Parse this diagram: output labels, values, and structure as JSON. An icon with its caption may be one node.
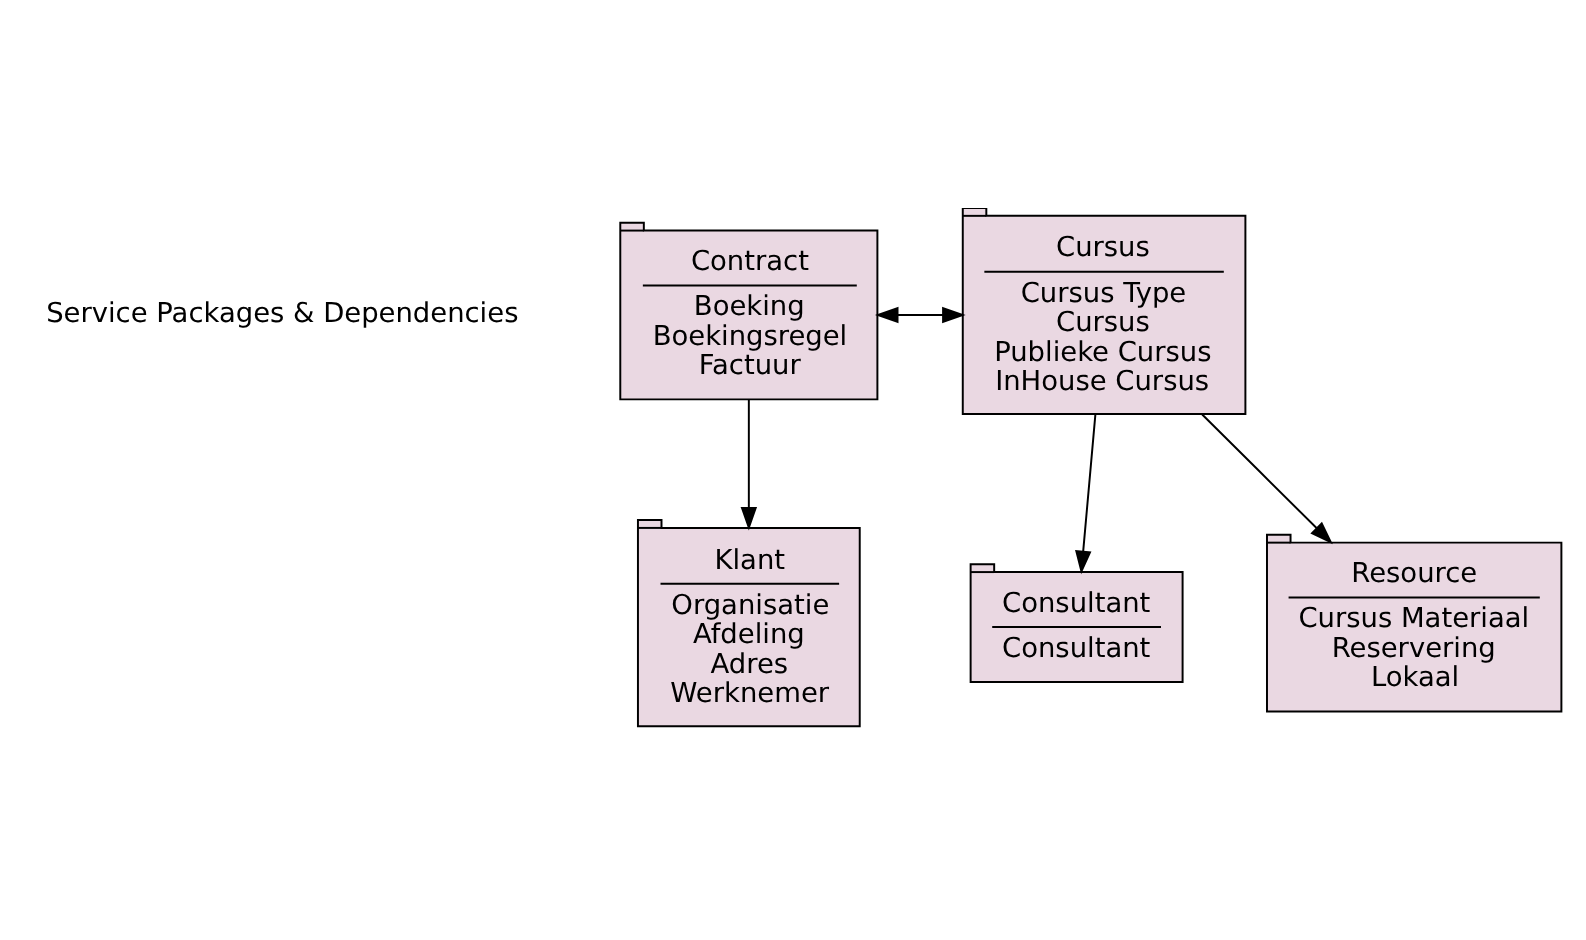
{
  "diagram": {
    "nodes": [
      {
        "text": [
          "Contract",
          "Boeking",
          "Boekingsregel",
          "Factuur"
        ]
      },
      {
        "text": [
          "Cursus",
          "Cursus Type",
          "Cursus",
          "Publieke Cursus",
          "InHouse Cursus"
        ]
      },
      {
        "text": [
          "Klant",
          "Organisatie",
          "Afdeling",
          "Adres",
          "Werknemer"
        ]
      },
      {
        "text": [
          "Consultant",
          "Consultant"
        ]
      },
      {
        "text": [
          "Resource",
          "Cursus Materiaal",
          "Reservering",
          "Lokaal"
        ]
      }
    ],
    "edges": [
      {
        "from": 0,
        "to": 1,
        "arrow": "both"
      },
      {
        "from": 0,
        "to": 2,
        "arrow": "to"
      },
      {
        "from": 1,
        "to": 3,
        "arrow": "to"
      },
      {
        "from": 1,
        "to": 4,
        "arrow": "to"
      }
    ],
    "labels": [
      "Service Packages & Dependencies"
    ]
  }
}
